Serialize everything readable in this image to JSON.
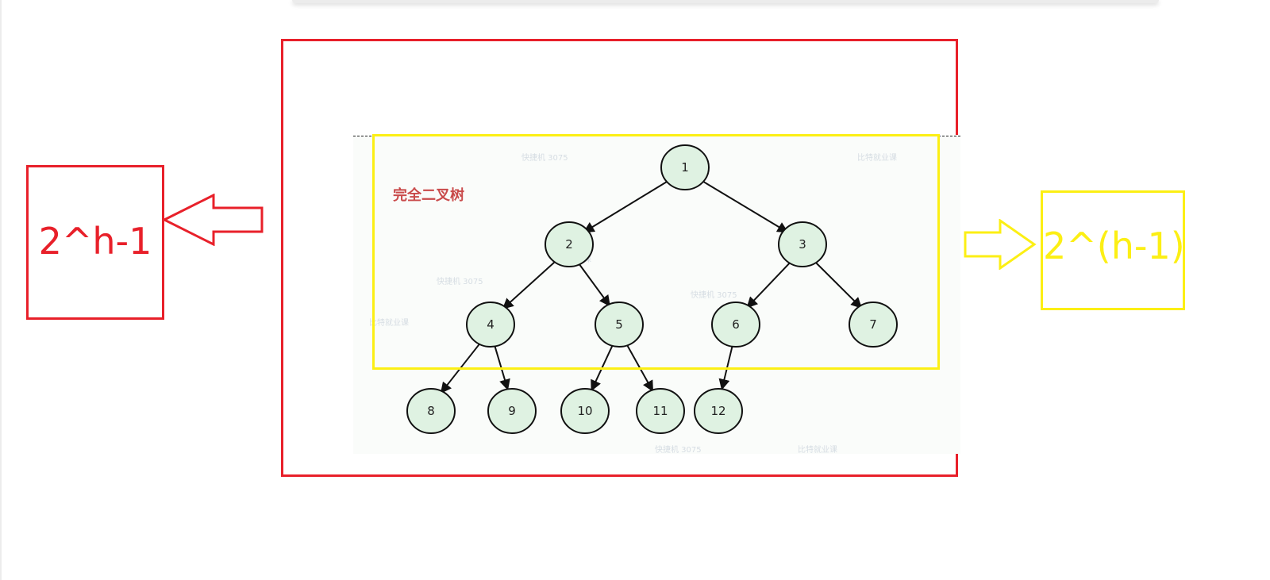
{
  "left_note": {
    "formula": "2^h-1",
    "color": "#e8202a",
    "arrow_direction": "left"
  },
  "right_note": {
    "formula": "2^(h-1),",
    "color": "#fcef14",
    "arrow_direction": "right"
  },
  "diagram": {
    "caption": "完全二叉树",
    "caption_color": "#c94a4a",
    "node_fill": "#dff2e2",
    "nodes": [
      "1",
      "2",
      "3",
      "4",
      "5",
      "6",
      "7",
      "8",
      "9",
      "10",
      "11",
      "12"
    ],
    "edges": [
      [
        "1",
        "2"
      ],
      [
        "1",
        "3"
      ],
      [
        "2",
        "4"
      ],
      [
        "2",
        "5"
      ],
      [
        "3",
        "6"
      ],
      [
        "3",
        "7"
      ],
      [
        "4",
        "8"
      ],
      [
        "4",
        "9"
      ],
      [
        "5",
        "10"
      ],
      [
        "5",
        "11"
      ],
      [
        "6",
        "12"
      ]
    ],
    "watermarks": [
      "快捷机 3075",
      "比特就业课"
    ]
  },
  "highlights": {
    "outer_frame_color": "#e8202a",
    "inner_frame_color": "#fcef14"
  }
}
